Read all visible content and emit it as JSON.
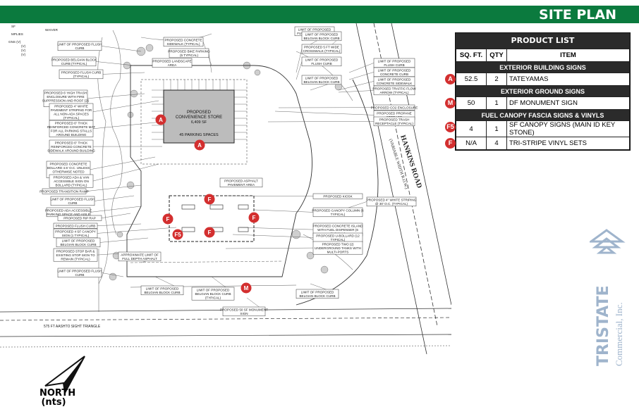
{
  "header": {
    "title": "SITE PLAN"
  },
  "product_list": {
    "title": "PRODUCT LIST",
    "columns": {
      "sqft": "SQ. FT.",
      "qty": "QTY",
      "item": "ITEM"
    },
    "sections": [
      {
        "name": "EXTERIOR BUILDING SIGNS",
        "rows": [
          {
            "badge": "A",
            "sqft": "52.5",
            "qty": "2",
            "item": "TATEYAMAS"
          }
        ]
      },
      {
        "name": "EXTERIOR GROUND SIGNS",
        "rows": [
          {
            "badge": "M",
            "sqft": "50",
            "qty": "1",
            "item": "DF MONUMENT SIGN"
          }
        ]
      },
      {
        "name": "FUEL CANOPY FASCIA SIGNS & VINYLS",
        "rows": [
          {
            "badge": "F5",
            "sqft": "4",
            "qty": "1",
            "item": "SF CANOPY SIGNS (MAIN ID KEY STONE)"
          },
          {
            "badge": "F",
            "sqft": "N/A",
            "qty": "4",
            "item": "TRI-STRIPE VINYL SETS"
          }
        ]
      }
    ]
  },
  "plan": {
    "store": {
      "line1": "PROPOSED",
      "line2": "CONVENIENCE STORE",
      "line3": "6,409 SF",
      "parking": "45 PARKING SPACES"
    },
    "road_name": "HANKINS ROAD",
    "road_sub": "(VARIABLE WIDTH R.O.W.)",
    "sight_triangle": "575 FT AASHTO SIGHT TRIANGLE",
    "top_left_notes": [
      "SF",
      "WAIVER",
      "MPLIES",
      "GNS (V)",
      "(V)",
      "(V)",
      "(V)"
    ],
    "labels_left": [
      "LIMIT OF PROPOSED FLUSH CURB",
      "PROPOSED BELGIAN BLOCK CURB (TYPICAL)",
      "PROPOSED FLUSH CURB (TYPICAL)",
      "PROPOSED 6' HIGH TRASH ENCLOSURE WITH FIRE SUPPRESSION AND ROOF (25 SF)",
      "PROPOSED 4\" WHITE PAVEMENT STRIPING FOR ALL NON-ADA SPACES (TYPICAL)",
      "PROPOSED 6\" THICK REINFORCED CONCRETE MAT FOR ALL PARKING STALLS AROUND BUILDING",
      "PROPOSED 6\" THICK REINFORCED CONCRETE SIDEWALK AROUND BUILDING",
      "PROPOSED CONCRETE BOLLARD 4.5' O.C. UNLESS OTHERWISE NOTED (TYPICAL)",
      "PROPOSED ADA & VAN ACCESSIBLE SIGN ON BOLLARD (TYPICAL)",
      "PROPOSED TRANSITION RAMP",
      "LIMIT OF PROPOSED FLUSH CURB",
      "PROPOSED ADA ACCESSIBLE PARKING SPACE AND AISLE",
      "PROPOSED RIP RAP",
      "PROPOSED FLUSH CURB",
      "PROPOSED 4 SF CANOPY SIGN (1 TYPICAL)",
      "LIMIT OF PROPOSED BELGIAN BLOCK CURB",
      "PROPOSED STOP BAR & EXISTING STOP SIGN TO REMAIN (TYPICAL)",
      "LIMIT OF PROPOSED FLUSH CURB"
    ],
    "labels_top": [
      "PROPOSED CONCRETE SIDEWALK (TYPICAL)",
      "PROPOSED BIKE PARKING (5 TYPICAL)",
      "PROPOSED LANDSCAPE AREA",
      "LIMIT OF PROPOSED FULL DEPTH ASPHALT",
      "LIMIT OF PROPOSED BELGIAN BLOCK CURB",
      "PROPOSED 5 FT WIDE CROSSWALK (TYPICAL)",
      "LIMIT OF PROPOSED FLUSH CURB",
      "LIMIT OF PROPOSED BELGIAN BLOCK CURB"
    ],
    "labels_right": [
      "LIMIT OF PROPOSED FLUSH CURB",
      "LIMIT OF PROPOSED CONCRETE CURB",
      "LIMIT OF PROPOSED CONCRETE SIDEWALK",
      "PROPOSED TRAFFIC FLOW ARROW (TYPICAL)",
      "PROPOSED CO2 ENCLOSURE",
      "PROPOSED PROPANE STORAGE",
      "PROPOSED TRASH RECEPTACLE (TYPICAL)",
      "PROPOSED KIOSK",
      "PROPOSED 4\" WHITE STRIPING @ 30' O.C. (TYPICAL)",
      "PROPOSED CANOPY COLUMN (6 TYPICAL)",
      "PROPOSED CONCRETE ISLAND WITH FUEL DISPENSER (6 TYPICAL)",
      "PROPOSED U-BOLLARD (12 TYPICAL)",
      "PROPOSED TWO (2) UNDERGROUND TANKS WITH MULTI-PORTS"
    ],
    "labels_bottom": [
      "APPROXIMATE LIMIT OF FULL DEPTH ASPHALT",
      "LIMIT OF PROPOSED BELGIAN BLOCK CURB",
      "LIMIT OF PROPOSED BELGIAN BLOCK CURB (TYPICAL)",
      "LIMIT OF PROPOSED BELGIAN BLOCK CURB",
      "PROPOSED 50 SF MONUMENT SIGN",
      "PROPOSED ASPHALT PAVEMENT AREA"
    ],
    "markers": [
      {
        "label": "A"
      },
      {
        "label": "A"
      },
      {
        "label": "F"
      },
      {
        "label": "F"
      },
      {
        "label": "F"
      },
      {
        "label": "F"
      },
      {
        "label": "F5"
      },
      {
        "label": "M"
      }
    ]
  },
  "north": {
    "line1": "NORTH",
    "line2": "(nts)"
  },
  "logo": {
    "name": "TRISTATE",
    "sub": "Commercial, Inc."
  },
  "colors": {
    "header": "#0b7a3e",
    "badge": "#d32f2f",
    "logo": "#9fb4cc"
  }
}
